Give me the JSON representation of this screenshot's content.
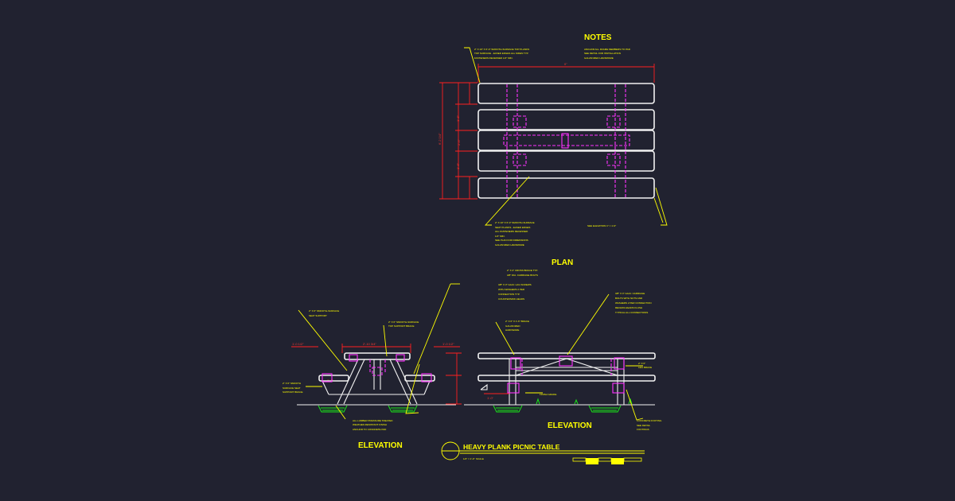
{
  "labels": {
    "notes": "NOTES",
    "plan": "PLAN",
    "elevation_left": "ELEVATION",
    "elevation_right": "ELEVATION",
    "title": "HEAVY PLANK PICNIC TABLE"
  },
  "colors": {
    "background": "#212230",
    "outline": "#f2f2f2",
    "hidden_lines": "#ff33ff",
    "dimensions": "#ff2020",
    "annotations": "#ffff00",
    "ground": "#19e619"
  }
}
